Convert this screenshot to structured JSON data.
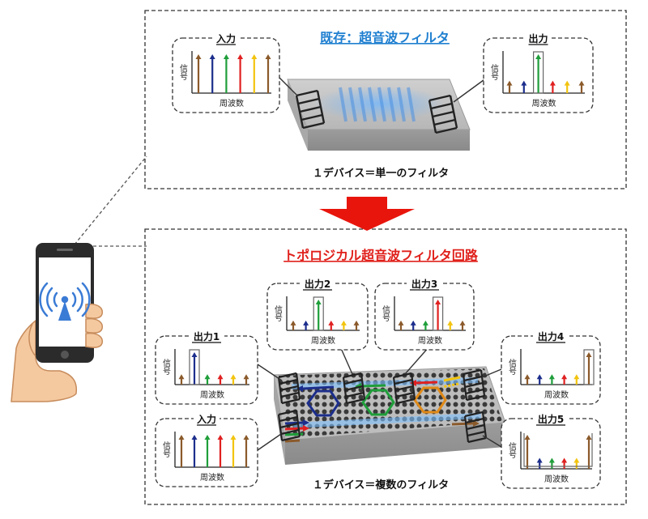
{
  "top_section": {
    "title": "既存：超音波フィルタ",
    "caption": "１デバイス＝単一のフィルタ"
  },
  "bottom_section": {
    "title": "トポロジカル超音波フィルタ回路",
    "caption": "１デバイス＝複数のフィルタ"
  },
  "axis": {
    "x": "周波数",
    "y": "信号"
  },
  "boxes": [
    {
      "id": "top-input",
      "label": "入力",
      "highlight": -1,
      "mode": "all"
    },
    {
      "id": "top-output",
      "label": "出力",
      "highlight": 2,
      "mode": "single"
    },
    {
      "id": "out1",
      "label": "出力1",
      "highlight": 1,
      "mode": "single"
    },
    {
      "id": "out2",
      "label": "出力2",
      "highlight": 2,
      "mode": "single"
    },
    {
      "id": "out3",
      "label": "出力3",
      "highlight": 3,
      "mode": "single"
    },
    {
      "id": "out4",
      "label": "出力4",
      "highlight": 5,
      "mode": "single"
    },
    {
      "id": "out5",
      "label": "出力5",
      "highlight": -1,
      "mode": "edges"
    },
    {
      "id": "bot-input",
      "label": "入力",
      "highlight": -1,
      "mode": "all"
    }
  ],
  "colors": {
    "arrows": [
      "#8b5a2b",
      "#1c2e8c",
      "#1f9e3a",
      "#e02020",
      "#f2c40f",
      "#8b5a2b"
    ],
    "red_arrow": "#e8150d",
    "blue_title": "#1f7fd0",
    "red_title": "#e0201b"
  },
  "icons": [
    "phone-hand-icon",
    "wifi-signal-icon",
    "down-arrow-icon"
  ]
}
